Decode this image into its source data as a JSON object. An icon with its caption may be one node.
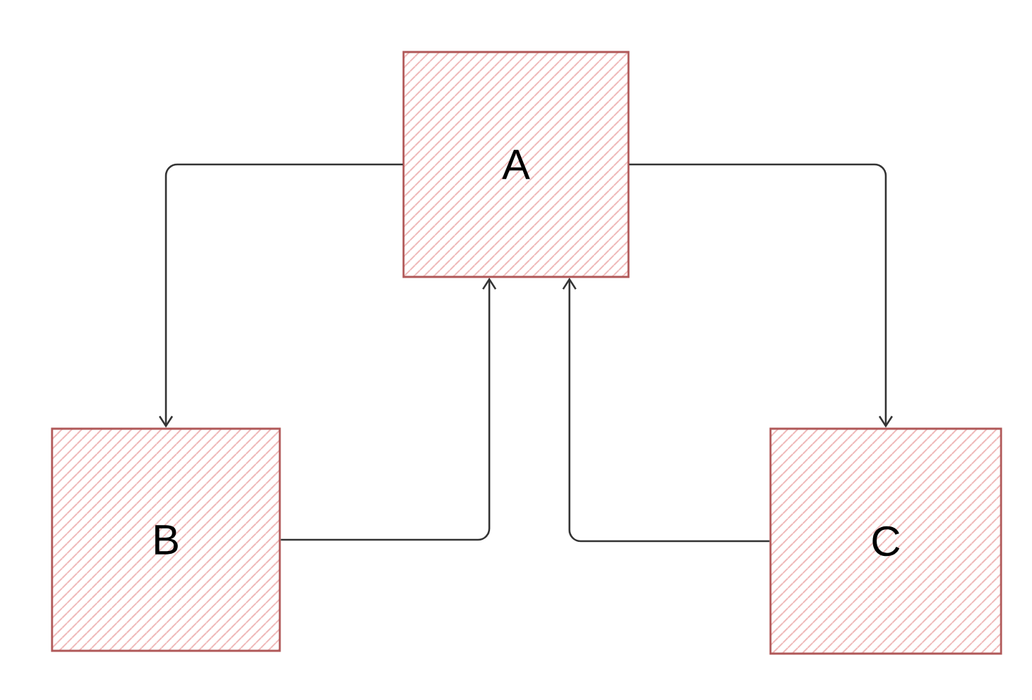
{
  "diagram": {
    "nodes": [
      {
        "text": [
          "A"
        ]
      },
      {
        "text": [
          "B"
        ]
      },
      {
        "text": [
          "C"
        ]
      }
    ],
    "edges": [
      {
        "from": 0,
        "to": 1,
        "arrow": "to"
      },
      {
        "from": 0,
        "to": 2,
        "arrow": "to"
      },
      {
        "from": 1,
        "to": 0,
        "arrow": "to"
      },
      {
        "from": 2,
        "to": 0,
        "arrow": "to"
      }
    ]
  }
}
